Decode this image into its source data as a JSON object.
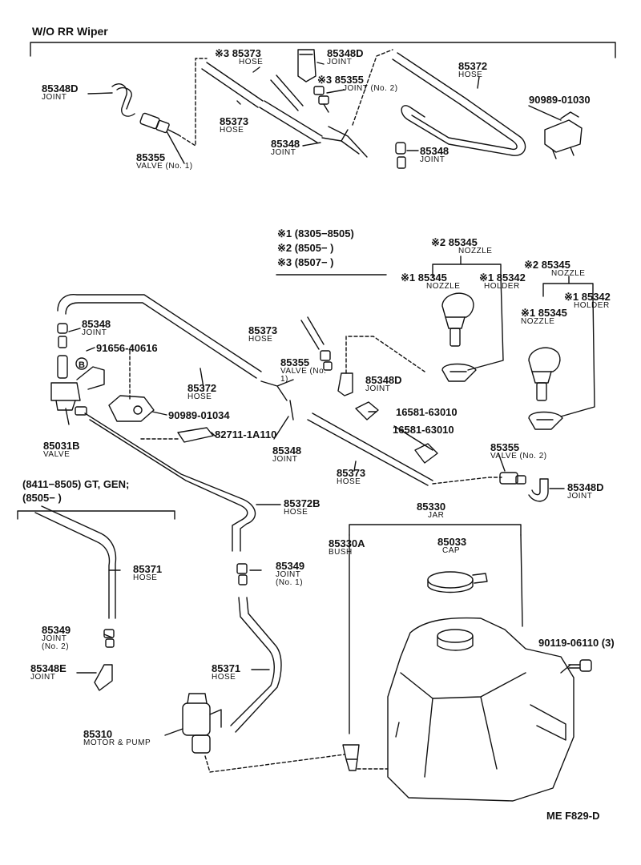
{
  "header": {
    "section_title": "W/O RR Wiper",
    "page_code": "ME  F829-D"
  },
  "legend": {
    "line1": "※1 (8305−8505)",
    "line2": "※2 (8505−       )",
    "line3": "※3 (8507−       )"
  },
  "variant_note": {
    "line1": "(8411−8505) GT, GEN;",
    "line2": "(8505−       )"
  },
  "parts": [
    {
      "id": "p1",
      "number": "85348D",
      "name": "JOINT"
    },
    {
      "id": "p2",
      "number": "85355",
      "name": "VALVE (No. 1)"
    },
    {
      "id": "p3",
      "number": "※3 85373",
      "name": "HOSE"
    },
    {
      "id": "p4",
      "number": "85373",
      "name": "HOSE"
    },
    {
      "id": "p5",
      "number": "85348D",
      "name": "JOINT"
    },
    {
      "id": "p6",
      "number": "※3 85355",
      "name": "JOINT (No. 2)"
    },
    {
      "id": "p7",
      "number": "85348",
      "name": "JOINT"
    },
    {
      "id": "p8",
      "number": "85372",
      "name": "HOSE"
    },
    {
      "id": "p9",
      "number": "85348",
      "name": "JOINT"
    },
    {
      "id": "p10",
      "number": "90989-01030",
      "name": ""
    },
    {
      "id": "p11",
      "number": "※2 85345",
      "name": "NOZZLE"
    },
    {
      "id": "p12",
      "number": "※1 85345",
      "name": "NOZZLE"
    },
    {
      "id": "p13",
      "number": "※1 85342",
      "name": "HOLDER"
    },
    {
      "id": "p14",
      "number": "※2 85345",
      "name": "NOZZLE"
    },
    {
      "id": "p15",
      "number": "※1 85342",
      "name": "HOLDER"
    },
    {
      "id": "p16",
      "number": "※1 85345",
      "name": "NOZZLE"
    },
    {
      "id": "p17",
      "number": "85348",
      "name": "JOINT"
    },
    {
      "id": "p18",
      "number": "91656-40616",
      "name": ""
    },
    {
      "id": "p19",
      "number": "85373",
      "name": "HOSE"
    },
    {
      "id": "p20",
      "number": "85355",
      "name": "VALVE (No. 1)"
    },
    {
      "id": "p21",
      "number": "85348D",
      "name": "JOINT"
    },
    {
      "id": "p22",
      "number": "85372",
      "name": "HOSE"
    },
    {
      "id": "p23",
      "number": "16581-63010",
      "name": ""
    },
    {
      "id": "p24",
      "number": "16581-63010",
      "name": ""
    },
    {
      "id": "p25",
      "number": "90989-01034",
      "name": ""
    },
    {
      "id": "p26",
      "number": "85031B",
      "name": "VALVE"
    },
    {
      "id": "p27",
      "number": "82711-1A110",
      "name": ""
    },
    {
      "id": "p28",
      "number": "85348",
      "name": "JOINT"
    },
    {
      "id": "p29",
      "number": "85373",
      "name": "HOSE"
    },
    {
      "id": "p30",
      "number": "85355",
      "name": "VALVE (No. 2)"
    },
    {
      "id": "p31",
      "number": "85348D",
      "name": "JOINT"
    },
    {
      "id": "p32",
      "number": "85372B",
      "name": "HOSE"
    },
    {
      "id": "p33",
      "number": "85330",
      "name": "JAR"
    },
    {
      "id": "p34",
      "number": "85330A",
      "name": "BUSH"
    },
    {
      "id": "p35",
      "number": "85033",
      "name": "CAP"
    },
    {
      "id": "p36",
      "number": "85371",
      "name": "HOSE"
    },
    {
      "id": "p37",
      "number": "85349",
      "name": "JOINT (No. 1)"
    },
    {
      "id": "p38",
      "number": "85349",
      "name": "JOINT (No. 2)"
    },
    {
      "id": "p39",
      "number": "85348E",
      "name": "JOINT"
    },
    {
      "id": "p40",
      "number": "85371",
      "name": "HOSE"
    },
    {
      "id": "p41",
      "number": "90119-06110 (3)",
      "name": ""
    },
    {
      "id": "p42",
      "number": "85310",
      "name": "MOTOR & PUMP"
    }
  ]
}
